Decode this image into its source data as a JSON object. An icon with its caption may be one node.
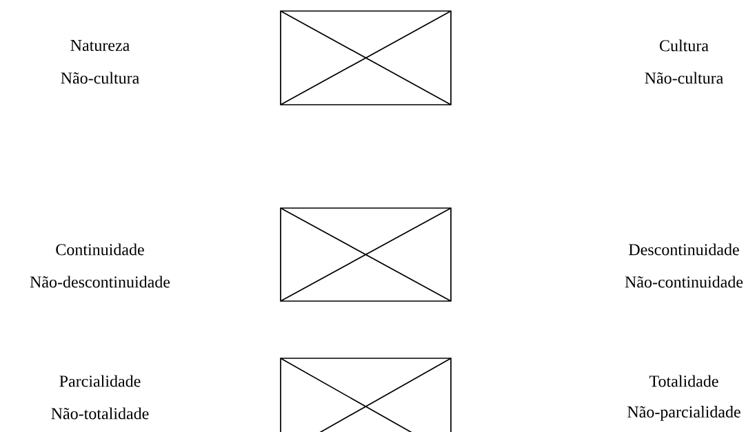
{
  "diagram": {
    "labels": [
      "Natureza",
      "Cultura",
      "Não-cultura",
      "Não-cultura",
      "Continuidade",
      "Descontinuidade",
      "Não-descontinuidade",
      "Não-continuidade",
      "Parcialidade",
      "Totalidade",
      "Não-totalidade",
      "Não-parcialidade"
    ]
  }
}
